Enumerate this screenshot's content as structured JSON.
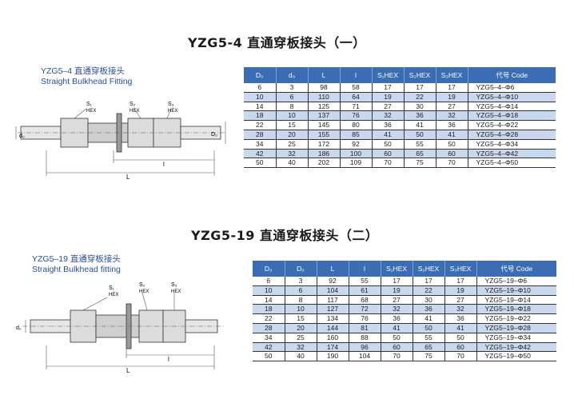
{
  "section1": {
    "title": "YZG5-4 直通穿板接头（一）",
    "label_cn": "YZG5–4 直通穿板接头",
    "label_en": "Straight Bulkhead Fitting",
    "headers": [
      "D₀",
      "d₀",
      "L",
      "l",
      "S₁HEX",
      "S₂HEX",
      "S₃HEX",
      "代号 Code"
    ],
    "rows": [
      [
        "6",
        "3",
        "98",
        "58",
        "17",
        "17",
        "17",
        "YZG5–4–Φ6"
      ],
      [
        "10",
        "6",
        "110",
        "64",
        "19",
        "22",
        "19",
        "YZG5–4–Φ10"
      ],
      [
        "14",
        "8",
        "125",
        "71",
        "27",
        "30",
        "27",
        "YZG5–4–Φ14"
      ],
      [
        "18",
        "10",
        "137",
        "76",
        "32",
        "36",
        "32",
        "YZG5–4–Φ18"
      ],
      [
        "22",
        "15",
        "145",
        "80",
        "36",
        "41",
        "36",
        "YZG5–4–Φ22"
      ],
      [
        "28",
        "20",
        "155",
        "85",
        "41",
        "50",
        "41",
        "YZG5–4–Φ28"
      ],
      [
        "34",
        "25",
        "172",
        "92",
        "50",
        "55",
        "50",
        "YZG5–4–Φ34"
      ],
      [
        "42",
        "32",
        "186",
        "100",
        "60",
        "65",
        "60",
        "YZG5–4–Φ42"
      ],
      [
        "50",
        "40",
        "202",
        "109",
        "70",
        "75",
        "70",
        "YZG5–4–Φ50"
      ]
    ]
  },
  "section2": {
    "title": "YZG5-19 直通穿板接头（二）",
    "label_cn": "YZG5–19 直通穿板接头",
    "label_en": "Straight Bulkhead fitting",
    "headers": [
      "D₀",
      "D₀",
      "L",
      "l",
      "S₁HEX",
      "S₂HEX",
      "S₃HEX",
      "代号 Code"
    ],
    "rows": [
      [
        "6",
        "3",
        "92",
        "55",
        "17",
        "17",
        "17",
        "YZG5–19–Φ6"
      ],
      [
        "10",
        "6",
        "104",
        "61",
        "19",
        "22",
        "19",
        "YZG5–19–Φ10"
      ],
      [
        "14",
        "8",
        "117",
        "68",
        "27",
        "30",
        "27",
        "YZG5–19–Φ14"
      ],
      [
        "18",
        "10",
        "127",
        "72",
        "32",
        "36",
        "32",
        "YZG5–19–Φ18"
      ],
      [
        "22",
        "15",
        "134",
        "76",
        "36",
        "41",
        "36",
        "YZG5–19–Φ22"
      ],
      [
        "28",
        "20",
        "144",
        "81",
        "41",
        "50",
        "41",
        "YZG5–19–Φ28"
      ],
      [
        "34",
        "25",
        "160",
        "88",
        "50",
        "55",
        "50",
        "YZG5–19–Φ34"
      ],
      [
        "42",
        "32",
        "174",
        "96",
        "60",
        "65",
        "60",
        "YZG5–19–Φ42"
      ],
      [
        "50",
        "40",
        "190",
        "104",
        "70",
        "75",
        "70",
        "YZG5–19–Φ50"
      ]
    ]
  },
  "drawing_labels": {
    "s1": "S₁",
    "s2": "S₂",
    "s3": "S₃",
    "hex": "HEX",
    "L": "L",
    "l": "l",
    "D0": "D₀",
    "d0": "d₀"
  },
  "colors": {
    "header_bg": "#3a6db4",
    "stripe": "#c9d8ee",
    "label_blue": "#2a4f9a"
  }
}
